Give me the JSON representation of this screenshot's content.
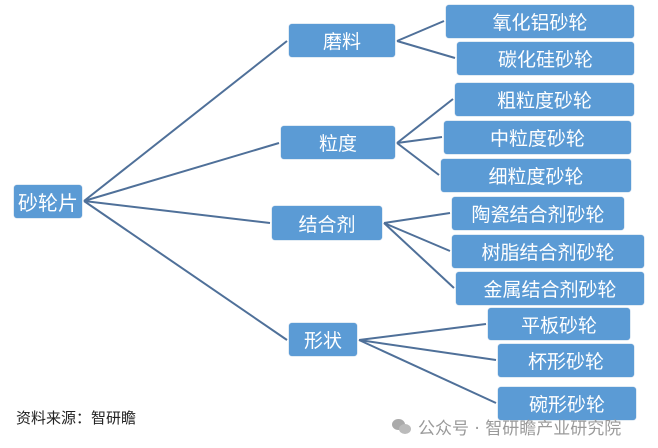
{
  "root": "砂轮片",
  "categories": [
    {
      "label": "磨料",
      "children": [
        "氧化铝砂轮",
        "碳化硅砂轮"
      ]
    },
    {
      "label": "粒度",
      "children": [
        "粗粒度砂轮",
        "中粒度砂轮",
        "细粒度砂轮"
      ]
    },
    {
      "label": "结合剂",
      "children": [
        "陶瓷结合剂砂轮",
        "树脂结合剂砂轮",
        "金属结合剂砂轮"
      ]
    },
    {
      "label": "形状",
      "children": [
        "平板砂轮",
        "杯形砂轮",
        "碗形砂轮"
      ]
    }
  ],
  "source": "资料来源：智研瞻",
  "watermark": "公众号 · 智研瞻产业研究院",
  "colors": {
    "box": "#5b9bd5",
    "line": "#4f7099"
  }
}
